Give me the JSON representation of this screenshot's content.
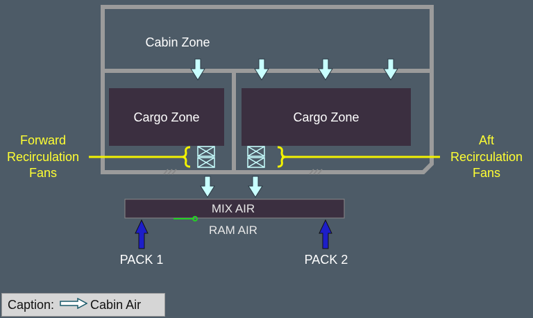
{
  "labels": {
    "cabin_zone": "Cabin Zone",
    "cargo_zone_forward": "Cargo Zone",
    "cargo_zone_aft": "Cargo Zone",
    "forward_fans": [
      "Forward",
      "Recirculation",
      "Fans"
    ],
    "aft_fans": [
      "Aft",
      "Recirculation",
      "Fans"
    ],
    "mix_air": "MIX AIR",
    "ram_air": "RAM AIR",
    "pack_1": "PACK 1",
    "pack_2": "PACK 2"
  },
  "caption": {
    "label": "Caption:",
    "legend_text": "Cabin Air"
  },
  "colors": {
    "background": "#4d5b67",
    "fuselage_frame": "#9b9b9b",
    "cargo_fill": "#3b2f40",
    "cabin_air_arrow": "#c8ffff",
    "recirculation": "#f2f200",
    "pack_arrow": "#1d1ec8",
    "ram_air_valve": "#24d024",
    "label_white": "#ffffff",
    "label_yellow": "#ffff33"
  }
}
